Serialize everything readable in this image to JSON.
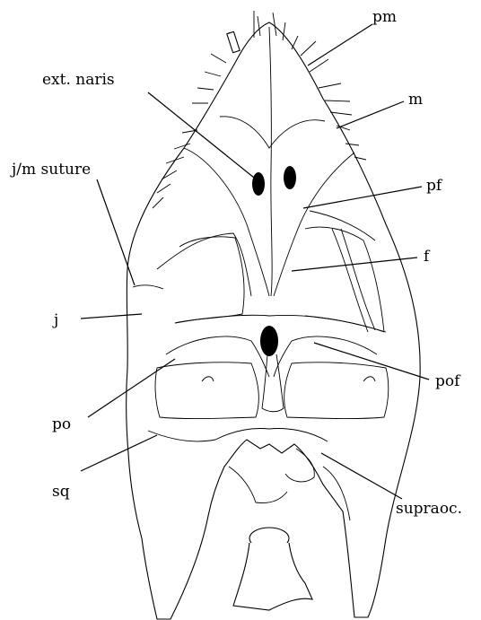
{
  "labels": {
    "pm": "pm",
    "ext_naris": "ext. naris",
    "m": "m",
    "jm_suture": "j/m suture",
    "pf": "pf",
    "f": "f",
    "j": "j",
    "pof": "pof",
    "po": "po",
    "sq": "sq",
    "supraoc": "supraoc."
  }
}
